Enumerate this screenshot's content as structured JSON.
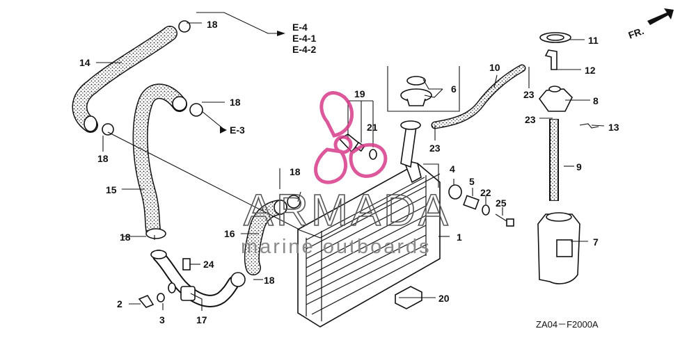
{
  "diagram": {
    "code": "ZA04－F2000A",
    "fr_label": "FR.",
    "refs": {
      "e3": "E-3",
      "e4": "E-4",
      "e41": "E-4-1",
      "e42": "E-4-2"
    },
    "callouts": {
      "p1": "1",
      "p2": "2",
      "p3": "3",
      "p4": "4",
      "p5": "5",
      "p6": "6",
      "p7": "7",
      "p8": "8",
      "p9": "9",
      "p10": "10",
      "p11": "11",
      "p12": "12",
      "p13": "13",
      "p14": "14",
      "p15": "15",
      "p16": "16",
      "p17": "17",
      "p18a": "18",
      "p18b": "18",
      "p18c": "18",
      "p18d": "18",
      "p18e": "18",
      "p18f": "18",
      "p19": "19",
      "p20": "20",
      "p21": "21",
      "p22": "22",
      "p23a": "23",
      "p23b": "23",
      "p23c": "23",
      "p24": "24",
      "p25": "25"
    }
  },
  "watermark": {
    "title": "ARMADA",
    "subtitle": "marine outboards",
    "accent": "#d63c8a"
  }
}
